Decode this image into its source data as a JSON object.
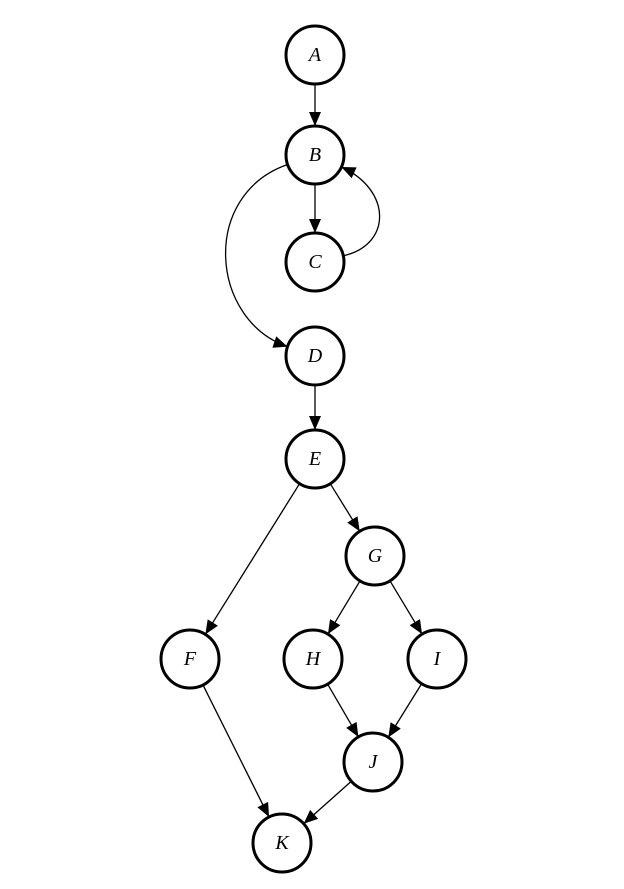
{
  "diagram": {
    "nodes": [
      {
        "id": "A",
        "label": "A"
      },
      {
        "id": "B",
        "label": "B"
      },
      {
        "id": "C",
        "label": "C"
      },
      {
        "id": "D",
        "label": "D"
      },
      {
        "id": "E",
        "label": "E"
      },
      {
        "id": "G",
        "label": "G"
      },
      {
        "id": "F",
        "label": "F"
      },
      {
        "id": "H",
        "label": "H"
      },
      {
        "id": "I",
        "label": "I"
      },
      {
        "id": "J",
        "label": "J"
      },
      {
        "id": "K",
        "label": "K"
      }
    ],
    "edges": [
      {
        "from": "A",
        "to": "B"
      },
      {
        "from": "B",
        "to": "C"
      },
      {
        "from": "C",
        "to": "B"
      },
      {
        "from": "B",
        "to": "D"
      },
      {
        "from": "D",
        "to": "E"
      },
      {
        "from": "E",
        "to": "F"
      },
      {
        "from": "E",
        "to": "G"
      },
      {
        "from": "G",
        "to": "H"
      },
      {
        "from": "G",
        "to": "I"
      },
      {
        "from": "H",
        "to": "J"
      },
      {
        "from": "I",
        "to": "J"
      },
      {
        "from": "F",
        "to": "K"
      },
      {
        "from": "J",
        "to": "K"
      }
    ]
  }
}
